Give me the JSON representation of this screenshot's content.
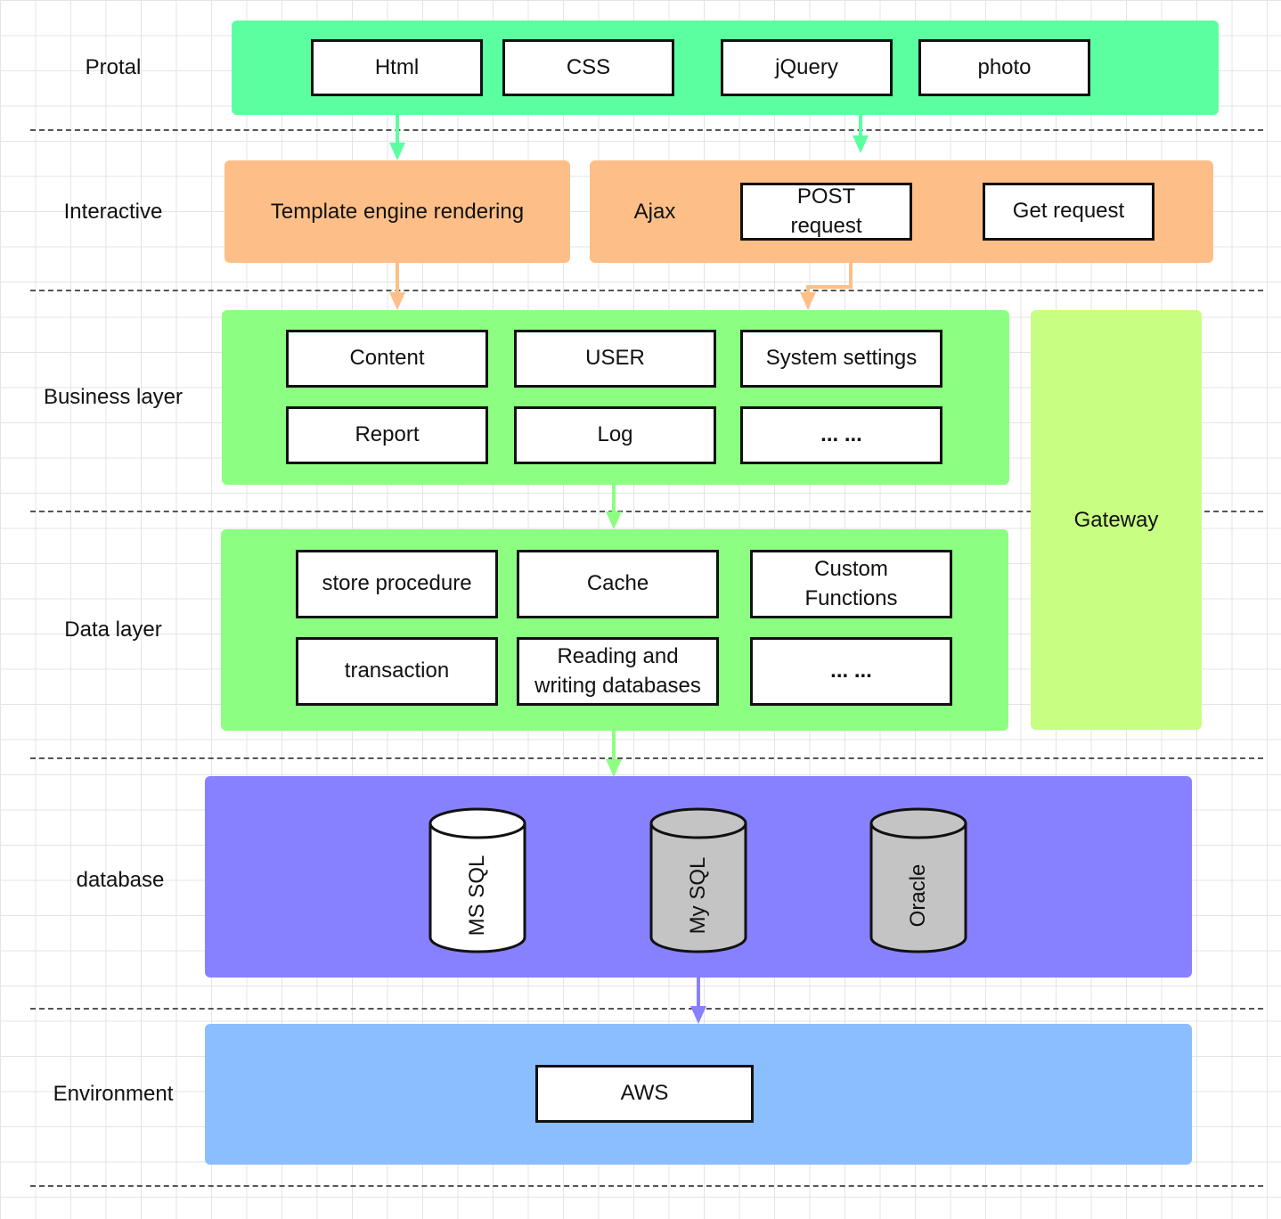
{
  "rows": {
    "portal": "Protal",
    "interactive": "Interactive",
    "business": "Business layer",
    "data": "Data layer",
    "database": "database",
    "environment": "Environment"
  },
  "portal": {
    "items": [
      "Html",
      "CSS",
      "jQuery",
      "photo"
    ]
  },
  "interactive": {
    "template": "Template engine rendering",
    "ajax": "Ajax",
    "post": "POST request",
    "get": "Get request"
  },
  "business": {
    "items": [
      "Content",
      "USER",
      "System settings",
      "Report",
      "Log",
      "... ..."
    ]
  },
  "gateway": "Gateway",
  "datalayer": {
    "items": [
      "store procedure",
      "Cache",
      "Custom Functions",
      "transaction",
      "Reading and writing databases",
      "... ..."
    ]
  },
  "database": {
    "items": [
      "MS SQL",
      "My SQL",
      "Oracle"
    ]
  },
  "environment": {
    "item": "AWS"
  },
  "colors": {
    "portal": "#5cffa0",
    "interactive": "#fdbf87",
    "business": "#8cff82",
    "gateway": "#c8ff82",
    "database": "#8781ff",
    "environment": "#8bbeff",
    "cylinder_white": "#ffffff",
    "cylinder_gray": "#c4c4c4"
  }
}
